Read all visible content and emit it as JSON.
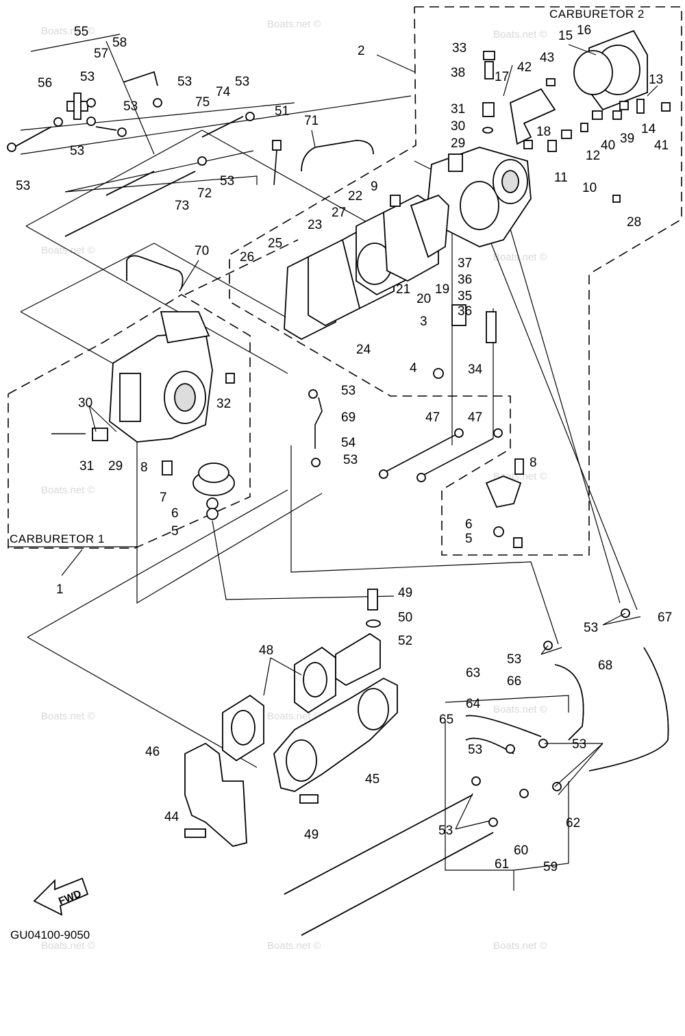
{
  "labels": {
    "carb1_title": "CARBURETOR 1",
    "carb2_title": "CARBURETOR 2",
    "drawing_code": "GU04100-9050",
    "fwd": "FWD",
    "watermark": "Boats.net ©"
  },
  "parts": [
    "1",
    "2",
    "3",
    "4",
    "5",
    "6",
    "7",
    "8",
    "9",
    "10",
    "11",
    "12",
    "13",
    "14",
    "15",
    "16",
    "17",
    "18",
    "19",
    "20",
    "21",
    "22",
    "23",
    "24",
    "25",
    "26",
    "27",
    "28",
    "29",
    "30",
    "31",
    "32",
    "33",
    "34",
    "35",
    "36",
    "37",
    "38",
    "39",
    "40",
    "41",
    "42",
    "43",
    "44",
    "45",
    "46",
    "47",
    "48",
    "49",
    "50",
    "51",
    "52",
    "53",
    "54",
    "55",
    "56",
    "57",
    "58",
    "59",
    "60",
    "61",
    "62",
    "63",
    "64",
    "65",
    "66",
    "67",
    "68",
    "69",
    "70",
    "71",
    "72",
    "73",
    "74",
    "75"
  ]
}
